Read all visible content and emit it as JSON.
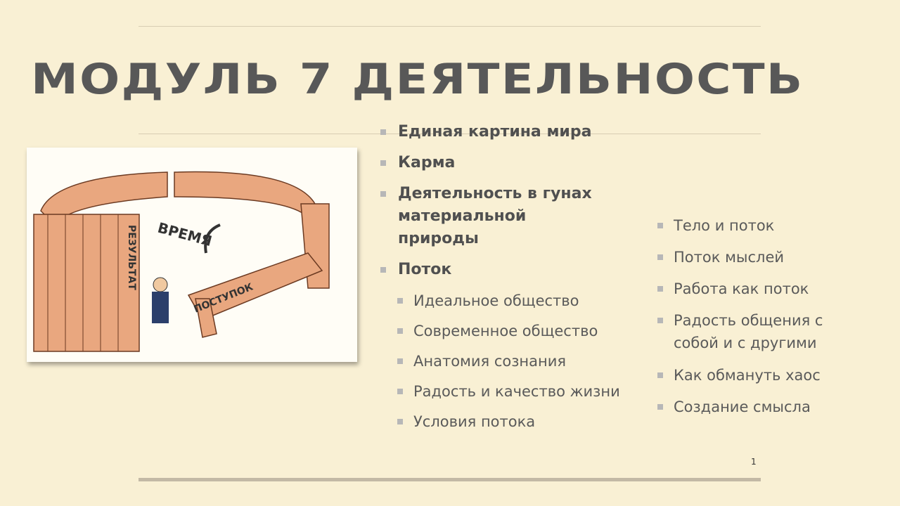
{
  "slide": {
    "title": "МОДУЛЬ 7 ДЕЯТЕЛЬНОСТЬ",
    "page_number": "1",
    "image": {
      "labels": [
        "ВРЕМЯ",
        "РЕЗУЛЬТАТ",
        "ПОСТУПОК"
      ]
    },
    "left_list": [
      {
        "label": "Единая картина мира"
      },
      {
        "label": "Карма"
      },
      {
        "label_lines": [
          "Деятельность в гунах",
          "материальной",
          "природы"
        ]
      },
      {
        "label": "Поток"
      }
    ],
    "sub_list": [
      "Идеальное общество",
      "Современное общество",
      "Анатомия сознания",
      "Радость и качество жизни",
      "Условия потока"
    ],
    "right_list": [
      {
        "label": "Тело и поток"
      },
      {
        "label": "Поток мыслей"
      },
      {
        "label": "Работа как поток"
      },
      {
        "label_lines": [
          "Радость общения с",
          "собой и с другими"
        ]
      },
      {
        "label": "Как обмануть хаос"
      },
      {
        "label": "Создание смысла"
      }
    ]
  }
}
